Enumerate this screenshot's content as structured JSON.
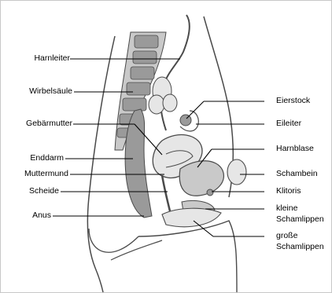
{
  "labels_left": [
    {
      "id": "harnleiter",
      "text": "Harnleiter"
    },
    {
      "id": "wirbelsaeule",
      "text": "Wirbelsäule"
    },
    {
      "id": "gebaermutter",
      "text": "Gebärmutter"
    },
    {
      "id": "enddarm",
      "text": "Enddarm"
    },
    {
      "id": "muttermund",
      "text": "Muttermund"
    },
    {
      "id": "scheide",
      "text": "Scheide"
    },
    {
      "id": "anus",
      "text": "Anus"
    }
  ],
  "labels_right": [
    {
      "id": "eierstock",
      "text": "Eierstock"
    },
    {
      "id": "eileiter",
      "text": "Eileiter"
    },
    {
      "id": "harnblase",
      "text": "Harnblase"
    },
    {
      "id": "schambein",
      "text": "Schambein"
    },
    {
      "id": "klitoris",
      "text": "Klitoris"
    },
    {
      "id": "kleine_schamlippen",
      "lines": [
        "kleine",
        "Schamlippen"
      ]
    },
    {
      "id": "grosse_schamlippen",
      "lines": [
        "große",
        "Schamlippen"
      ]
    }
  ],
  "colors": {
    "ink": "#000000",
    "outline": "#4a4a4a",
    "shade_dark": "#9a9a9a",
    "shade_mid": "#c9c9c9",
    "shade_light": "#e6e6e6",
    "frame": "#c8c8c8"
  }
}
